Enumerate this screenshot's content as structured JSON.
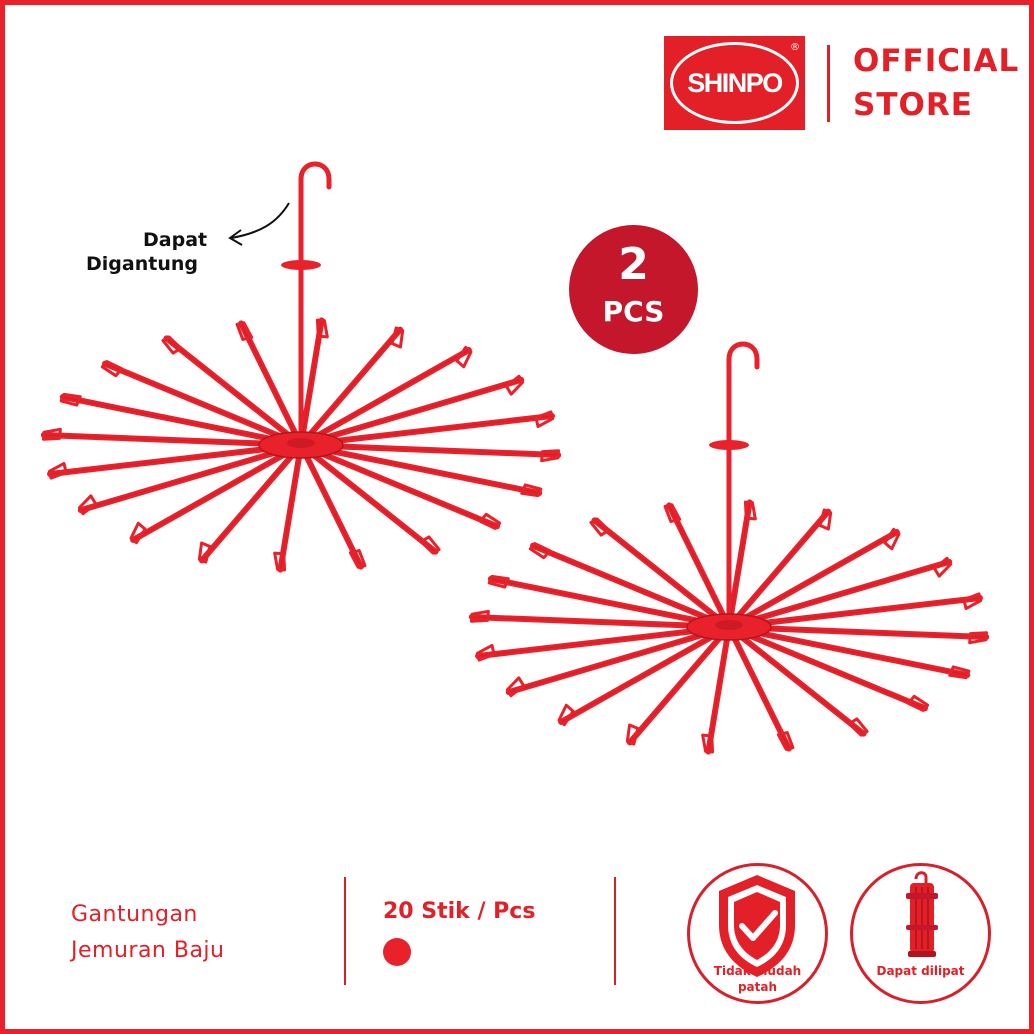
{
  "brand": {
    "logo_text": "SHINPO",
    "registered_mark": "®",
    "store_line1": "OFFICIAL",
    "store_line2": "STORE",
    "accent_color": "#e32027"
  },
  "badge": {
    "number": "2",
    "unit": "PCS",
    "color": "#c4172c"
  },
  "callout": {
    "line1": "Dapat",
    "line2": "Digantung"
  },
  "product": {
    "name_line1": "Gantungan",
    "name_line2": "Jemuran Baju",
    "sticks": "20 Stik / Pcs",
    "color_swatch": "#e8212b"
  },
  "features": [
    {
      "icon": "shield-check-icon",
      "caption_line1": "Tidak mudah",
      "caption_line2": "patah"
    },
    {
      "icon": "folded-hanger-icon",
      "caption_line1": "Dapat dilipat",
      "caption_line2": ""
    }
  ]
}
